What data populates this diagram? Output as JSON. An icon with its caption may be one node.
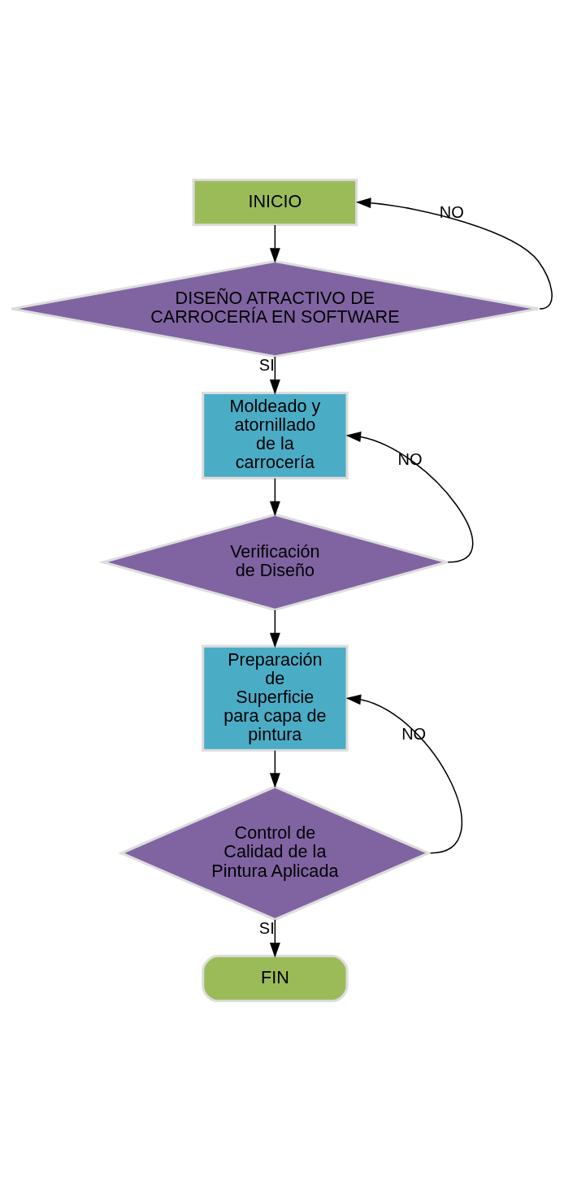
{
  "diagram": {
    "nodes": [
      {
        "text": [
          "INICIO"
        ]
      },
      {
        "text": [
          "DISEÑO ATRACTIVO DE CARROCERÍA EN SOFTWARE"
        ]
      },
      {
        "text": [
          "Moldeado y atornillado de la carrocería"
        ]
      },
      {
        "text": [
          "Verificación de Diseño"
        ]
      },
      {
        "text": [
          "Preparación de Superficie para capa de pintura"
        ]
      },
      {
        "text": [
          "Control de Calidad de la Pintura Aplicada"
        ]
      },
      {
        "text": [
          "FIN"
        ]
      }
    ],
    "edges": [
      {
        "from": 0,
        "to": 1,
        "arrow": "to"
      },
      {
        "from": 1,
        "to": 2,
        "arrow": "to",
        "label": "SI"
      },
      {
        "from": 1,
        "to": 0,
        "arrow": "to",
        "label": "NO"
      },
      {
        "from": 2,
        "to": 3,
        "arrow": "to"
      },
      {
        "from": 3,
        "to": 2,
        "arrow": "to",
        "label": "NO"
      },
      {
        "from": 3,
        "to": 4,
        "arrow": "to"
      },
      {
        "from": 4,
        "to": 5,
        "arrow": "to"
      },
      {
        "from": 5,
        "to": 4,
        "arrow": "to",
        "label": "NO"
      },
      {
        "from": 5,
        "to": 6,
        "arrow": "to",
        "label": "SI"
      }
    ]
  }
}
